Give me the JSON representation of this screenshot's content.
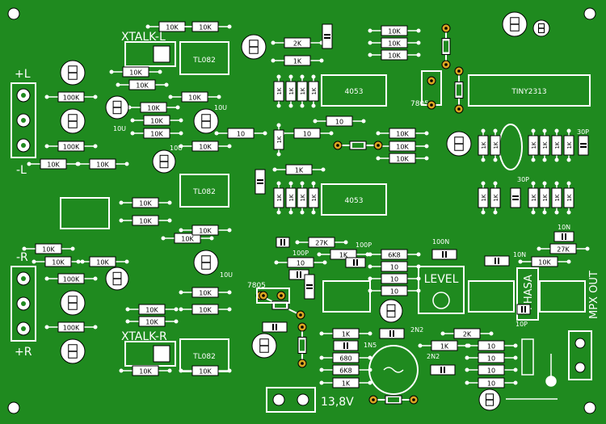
{
  "board": {
    "background_color": "#1f8a1f",
    "silkscreen_color": "#ffffff",
    "pad_color": "#d9a521"
  },
  "labels": {
    "xtalk_l": "XTALK-L",
    "xtalk_r": "XTALK-R",
    "plus_l": "+L",
    "minus_l": "-L",
    "minus_r": "-R",
    "plus_r": "+R",
    "level": "LEVEL",
    "phasa": "PHASA",
    "mpx_out": "MPX OUT",
    "supply": "13,8V",
    "reg_top": "7805",
    "reg_left": "7805"
  },
  "ics": [
    {
      "id": "ic-tl082-top",
      "label": "TL082"
    },
    {
      "id": "ic-tl082-mid",
      "label": "TL082"
    },
    {
      "id": "ic-tl082-bot",
      "label": "TL082"
    },
    {
      "id": "ic-4053-top",
      "label": "4053"
    },
    {
      "id": "ic-4053-mid",
      "label": "4053"
    },
    {
      "id": "ic-tiny2313",
      "label": "TINY2313"
    }
  ],
  "resistors": [
    {
      "label": "10K"
    },
    {
      "label": "10K"
    },
    {
      "label": "10K"
    },
    {
      "label": "10K"
    },
    {
      "label": "10K"
    },
    {
      "label": "10K"
    },
    {
      "label": "10K"
    },
    {
      "label": "10K"
    },
    {
      "label": "10K"
    },
    {
      "label": "10K"
    },
    {
      "label": "100K"
    },
    {
      "label": "100K"
    },
    {
      "label": "100K"
    },
    {
      "label": "100K"
    },
    {
      "label": "10"
    },
    {
      "label": "10"
    },
    {
      "label": "10"
    },
    {
      "label": "10"
    },
    {
      "label": "2K"
    },
    {
      "label": "1K"
    },
    {
      "label": "1K"
    },
    {
      "label": "1K"
    },
    {
      "label": "1K"
    },
    {
      "label": "1K"
    },
    {
      "label": "27K"
    },
    {
      "label": "27K"
    },
    {
      "label": "6K8"
    },
    {
      "label": "6K8"
    },
    {
      "label": "680"
    },
    {
      "label": "2K"
    }
  ],
  "caps": [
    {
      "label": "10U"
    },
    {
      "label": "10U"
    },
    {
      "label": "10U"
    },
    {
      "label": "10U"
    },
    {
      "label": "30P"
    },
    {
      "label": "30P"
    },
    {
      "label": "100P"
    },
    {
      "label": "100P"
    },
    {
      "label": "100N"
    },
    {
      "label": "10N"
    },
    {
      "label": "10N"
    },
    {
      "label": "2N2"
    },
    {
      "label": "2N2"
    },
    {
      "label": "1N5"
    },
    {
      "label": "10P"
    }
  ]
}
